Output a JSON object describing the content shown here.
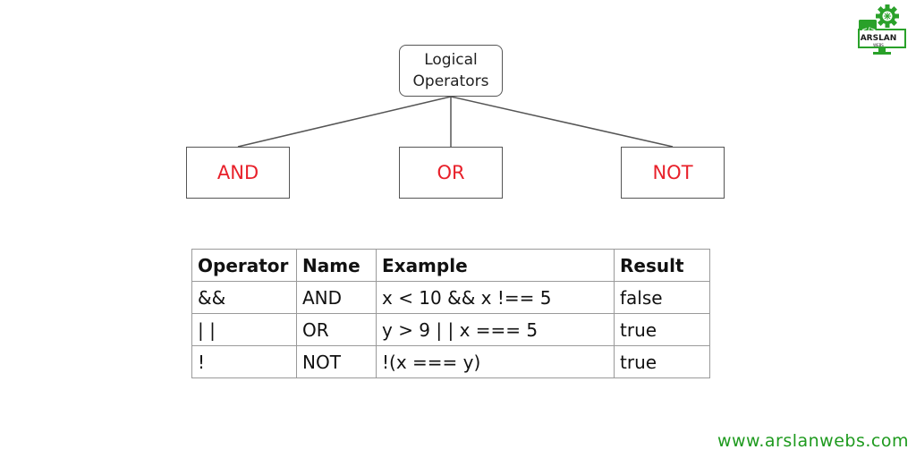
{
  "diagram": {
    "root": {
      "line1": "Logical",
      "line2": "Operators"
    },
    "children": [
      {
        "label": "AND"
      },
      {
        "label": "OR"
      },
      {
        "label": "NOT"
      }
    ]
  },
  "table": {
    "headers": [
      "Operator",
      "Name",
      "Example",
      "Result"
    ],
    "rows": [
      {
        "operator": "&&",
        "name": "AND",
        "example": "x < 10 && x !== 5",
        "result": "false"
      },
      {
        "operator": "| |",
        "name": "OR",
        "example": "y > 9 | | x === 5",
        "result": "true"
      },
      {
        "operator": "!",
        "name": "NOT",
        "example": "!(x === y)",
        "result": "true"
      }
    ]
  },
  "logo": {
    "icon": "monitor-gear-icon",
    "code_glyph": "</>",
    "title": "ARSLAN",
    "subtitle": "WEBS"
  },
  "website": "www.arslanwebs.com",
  "colors": {
    "child_text": "#e8202a",
    "website": "#1e9a1e",
    "logo": "#2aa12a"
  }
}
